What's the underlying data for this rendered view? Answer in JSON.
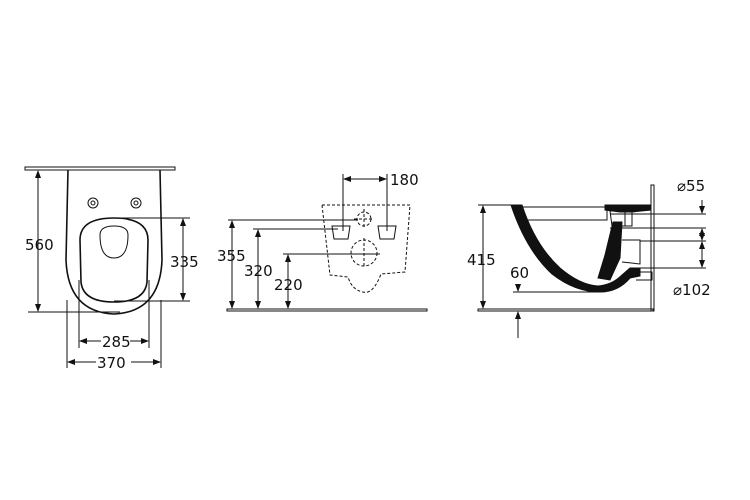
{
  "front_view": {
    "height_label": "560",
    "seat_length_label": "335",
    "seat_width_label": "285",
    "total_width_label": "370"
  },
  "rear_view": {
    "bolt_spacing_label": "180",
    "height_355_label": "355",
    "height_320_label": "320",
    "height_220_label": "220"
  },
  "side_view": {
    "height_label": "415",
    "floor_clearance_label": "60",
    "inlet_diameter_label": "⌀55",
    "outlet_diameter_label": "⌀102"
  }
}
